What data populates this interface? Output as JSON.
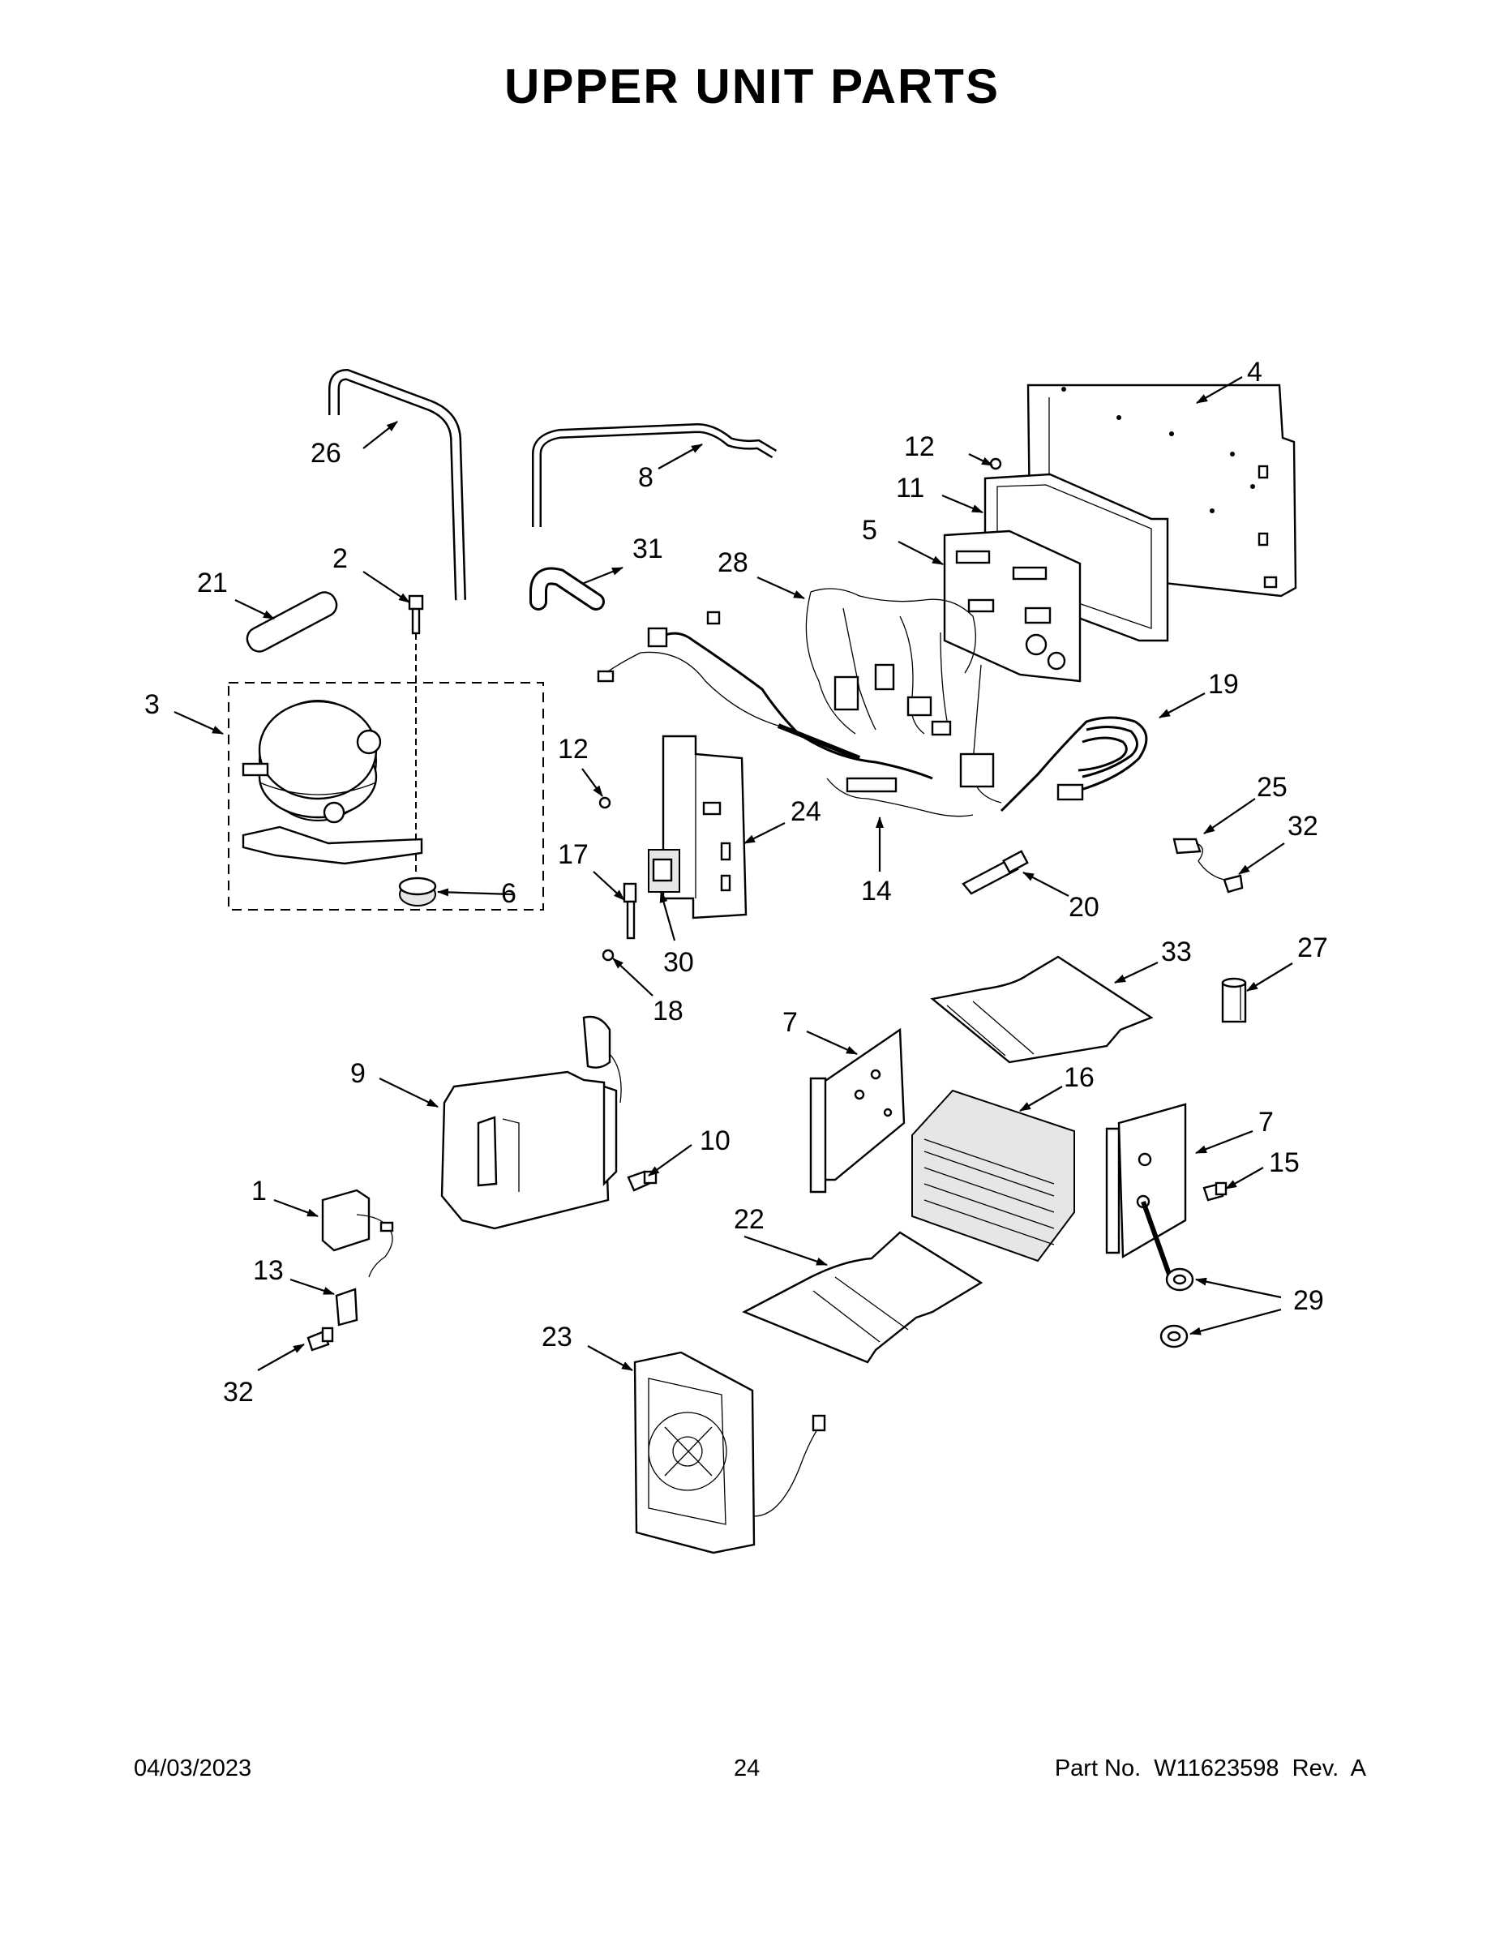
{
  "header": {
    "title": "UPPER UNIT PARTS"
  },
  "footer": {
    "date": "04/03/2023",
    "page_number": "24",
    "part_number": "Part No.  W11623598  Rev.  A"
  },
  "callouts": [
    "1",
    "2",
    "3",
    "4",
    "5",
    "6",
    "7",
    "7",
    "8",
    "9",
    "10",
    "11",
    "12",
    "12",
    "13",
    "14",
    "15",
    "16",
    "17",
    "18",
    "19",
    "20",
    "21",
    "22",
    "23",
    "24",
    "25",
    "26",
    "27",
    "28",
    "29",
    "30",
    "31",
    "32",
    "32",
    "33"
  ]
}
